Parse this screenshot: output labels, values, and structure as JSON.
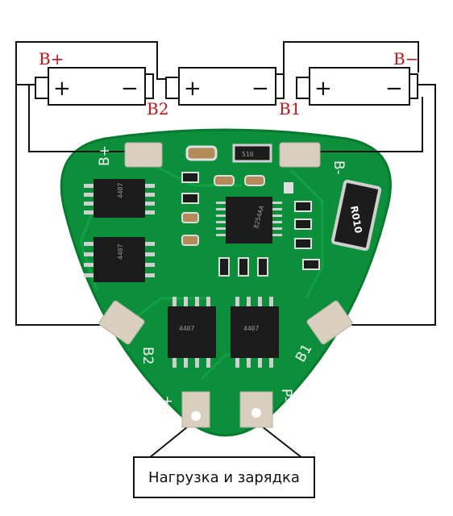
{
  "battery_labels": {
    "b_plus": "B+",
    "b_minus": "B−",
    "b2": "B2",
    "b1": "B1"
  },
  "cell_terminals": {
    "plus": "+",
    "minus": "−"
  },
  "pcb_silkscreen": {
    "b_plus": "B+",
    "b_minus": "B-",
    "b2": "B2",
    "b1": "B1",
    "p_plus": "P+",
    "p_minus": "P-"
  },
  "components": {
    "resistor_sense": "R010",
    "ic_main": "8254AA",
    "top_resistor": "510",
    "mosfet": "4407"
  },
  "caption": "Нагрузка и зарядка",
  "colors": {
    "pcb": "#0c8f3a",
    "pcb_dark": "#0a7a31",
    "pad": "#d9cfc0",
    "wire": "#111111",
    "label_red": "#c0161a"
  }
}
